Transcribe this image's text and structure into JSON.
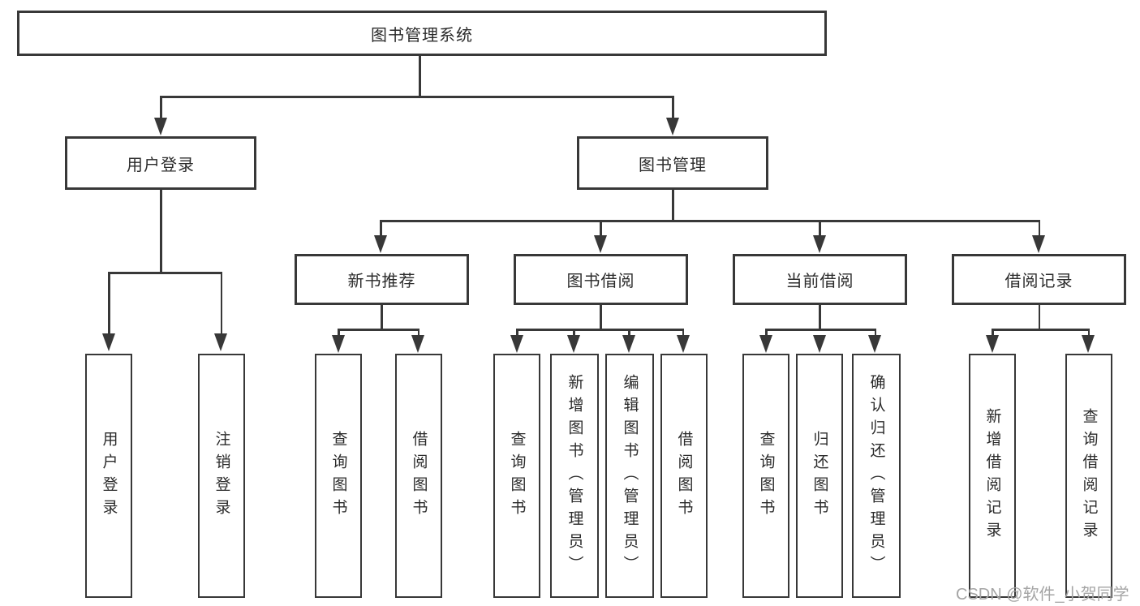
{
  "tree": {
    "label": "图书管理系统",
    "children": [
      {
        "label": "用户登录",
        "children": [
          "用户登录",
          "注销登录"
        ]
      },
      {
        "label": "图书管理",
        "children": [
          {
            "label": "新书推荐",
            "children": [
              "查询图书",
              "借阅图书"
            ]
          },
          {
            "label": "图书借阅",
            "children": [
              "查询图书",
              "新增图书（管理员）",
              "编辑图书（管理员）",
              "借阅图书"
            ]
          },
          {
            "label": "当前借阅",
            "children": [
              "查询图书",
              "归还图书",
              "确认归还（管理员）"
            ]
          },
          {
            "label": "借阅记录",
            "children": [
              "新增借阅记录",
              "查询借阅记录"
            ]
          }
        ]
      }
    ]
  },
  "watermark": "CSDN @软件_小贺同学",
  "colors": {
    "line": "#383838",
    "text": "#2b2b2b",
    "watermark": "#a5a5a5",
    "background": "#ffffff"
  }
}
